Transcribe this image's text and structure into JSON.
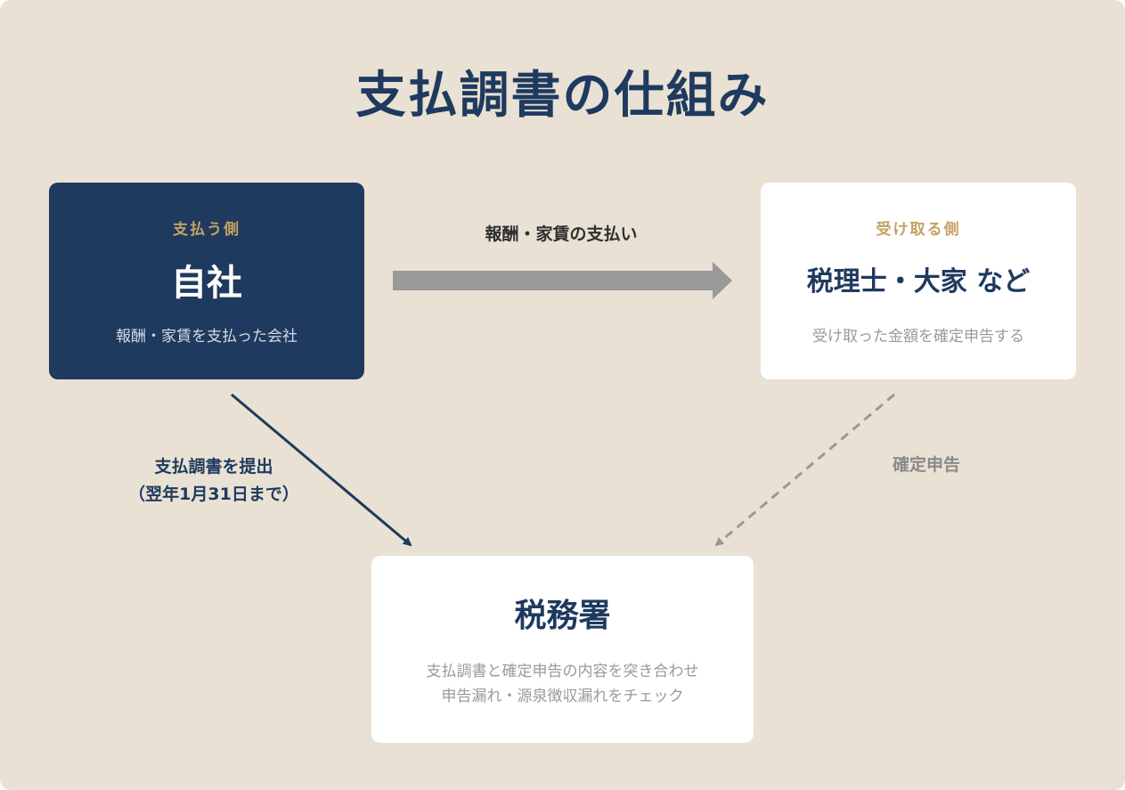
{
  "title": "支払調書の仕組み",
  "payer": {
    "role": "支払う側",
    "name": "自社",
    "description": "報酬・家賃を支払った会社"
  },
  "receiver": {
    "role": "受け取る側",
    "name": "税理士・大家 など",
    "description": "受け取った金額を確定申告する"
  },
  "tax_office": {
    "name": "税務署",
    "description_line1": "支払調書と確定申告の内容を突き合わせ",
    "description_line2": "申告漏れ・源泉徴収漏れをチェック"
  },
  "flows": {
    "payment_label": "報酬・家賃の支払い",
    "submission_label_line1": "支払調書を提出",
    "submission_label_line2": "（翌年1月31日まで）",
    "filing_label": "確定申告"
  },
  "colors": {
    "background": "#e9e1d3",
    "navy": "#1e3a5f",
    "gold": "#c4a265",
    "gray_arrow": "#999999"
  }
}
